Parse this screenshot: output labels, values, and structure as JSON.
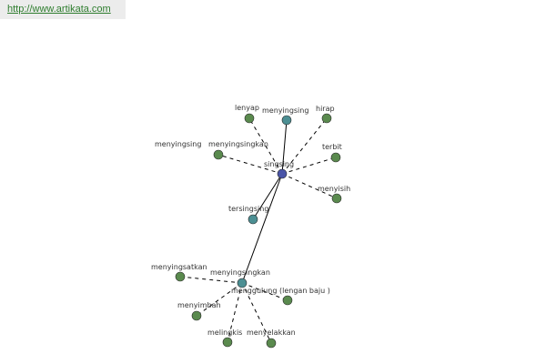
{
  "header": {
    "url": "http://www.artikata.com"
  },
  "colors": {
    "green": "#5a8a4e",
    "teal": "#4c8f93",
    "blue": "#4a55a8",
    "edge": "#000000"
  },
  "diagram": {
    "nodes": [
      {
        "id": "singsing",
        "label": "singsing",
        "color": "blue"
      },
      {
        "id": "lenyap",
        "label": "lenyap",
        "color": "green"
      },
      {
        "id": "menyingsing_top",
        "label": "menyingsing",
        "color": "teal"
      },
      {
        "id": "hirap",
        "label": "hirap",
        "color": "green"
      },
      {
        "id": "menyingsing_left",
        "label": "menyingsing",
        "color": "green"
      },
      {
        "id": "menyingsingkan_top",
        "label": "menyingsingkan",
        "color": "green"
      },
      {
        "id": "terbit",
        "label": "terbit",
        "color": "green"
      },
      {
        "id": "menyisih",
        "label": "menyisih",
        "color": "green"
      },
      {
        "id": "tersingsing",
        "label": "tersingsing",
        "color": "teal"
      },
      {
        "id": "menyingsingkan_hub",
        "label": "menyingsingkan",
        "color": "teal"
      },
      {
        "id": "menyingsatkan",
        "label": "menyingsatkan",
        "color": "green"
      },
      {
        "id": "menggulung",
        "label": "menggulung (lengan baju )",
        "color": "green"
      },
      {
        "id": "menyimbah",
        "label": "menyimbah",
        "color": "green"
      },
      {
        "id": "melingkis",
        "label": "melingkis",
        "color": "green"
      },
      {
        "id": "menyelakkan",
        "label": "menyelakkan",
        "color": "green"
      }
    ],
    "edges": [
      {
        "from": "singsing",
        "to": "lenyap",
        "style": "dashed"
      },
      {
        "from": "singsing",
        "to": "menyingsing_top",
        "style": "solid"
      },
      {
        "from": "singsing",
        "to": "hirap",
        "style": "dashed"
      },
      {
        "from": "singsing",
        "to": "menyingsingkan_top",
        "style": "dashed"
      },
      {
        "from": "singsing",
        "to": "terbit",
        "style": "dashed"
      },
      {
        "from": "singsing",
        "to": "menyisih",
        "style": "dashed"
      },
      {
        "from": "singsing",
        "to": "tersingsing",
        "style": "solid"
      },
      {
        "from": "singsing",
        "to": "menyingsingkan_hub",
        "style": "solid"
      },
      {
        "from": "menyingsingkan_hub",
        "to": "menyingsatkan",
        "style": "dashed"
      },
      {
        "from": "menyingsingkan_hub",
        "to": "menggulung",
        "style": "dashed"
      },
      {
        "from": "menyingsingkan_hub",
        "to": "menyimbah",
        "style": "dashed"
      },
      {
        "from": "menyingsingkan_hub",
        "to": "melingkis",
        "style": "dashed"
      },
      {
        "from": "menyingsingkan_hub",
        "to": "menyelakkan",
        "style": "dashed"
      }
    ]
  }
}
